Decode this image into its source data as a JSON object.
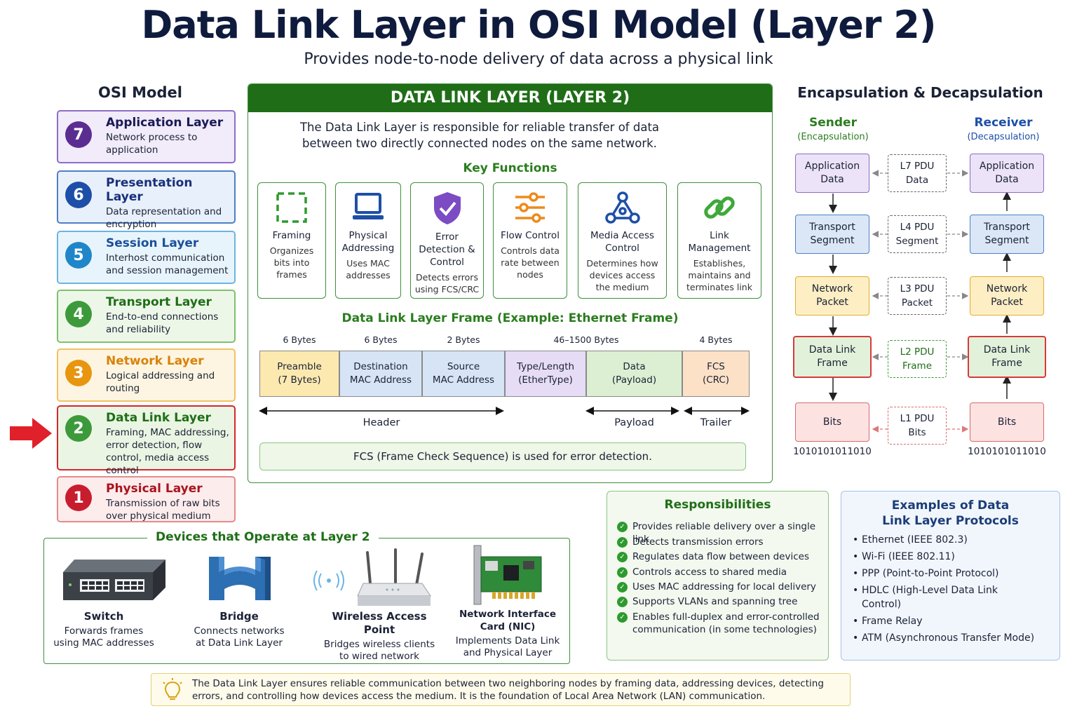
{
  "title": "Data Link Layer in OSI Model (Layer 2)",
  "subtitle": "Provides node-to-node delivery of data across a physical link",
  "osi": {
    "heading": "OSI Model",
    "layers": [
      {
        "num": "7",
        "name": "Application Layer",
        "desc": "Network process to application",
        "color": "#5b2d91"
      },
      {
        "num": "6",
        "name": "Presentation Layer",
        "desc": "Data representation and encryption",
        "color": "#1d4fa8"
      },
      {
        "num": "5",
        "name": "Session Layer",
        "desc": "Interhost communication and session management",
        "color": "#1f86c9"
      },
      {
        "num": "4",
        "name": "Transport Layer",
        "desc": "End-to-end connections and reliability",
        "color": "#3d9a3b"
      },
      {
        "num": "3",
        "name": "Network Layer",
        "desc": "Logical addressing and routing",
        "color": "#e8950f"
      },
      {
        "num": "2",
        "name": "Data Link Layer",
        "desc": "Framing, MAC addressing, error detection, flow control, media access control",
        "color": "#3d9a3b"
      },
      {
        "num": "1",
        "name": "Physical Layer",
        "desc": "Transmission of raw bits over physical medium",
        "color": "#c81d2e"
      }
    ]
  },
  "dll": {
    "heading": "DATA LINK LAYER (LAYER 2)",
    "intro": "The Data Link Layer is responsible for reliable transfer of data between two directly connected nodes on the same network.",
    "key_functions_title": "Key Functions",
    "functions": [
      {
        "title": "Framing",
        "desc": "Organizes bits into frames",
        "icon": "dashed-square-icon"
      },
      {
        "title": "Physical Addressing",
        "desc": "Uses MAC addresses",
        "icon": "laptop-icon"
      },
      {
        "title": "Error Detection & Control",
        "desc": "Detects errors using FCS/CRC",
        "icon": "shield-check-icon"
      },
      {
        "title": "Flow Control",
        "desc": "Controls data rate between nodes",
        "icon": "sliders-icon"
      },
      {
        "title": "Media Access Control",
        "desc": "Determines how devices access the medium",
        "icon": "network-nodes-icon"
      },
      {
        "title": "Link Management",
        "desc": "Establishes, maintains and terminates link",
        "icon": "chain-link-icon"
      }
    ],
    "frame_title": "Data Link Layer Frame (Example: Ethernet Frame)",
    "frame_fields": [
      {
        "bytes": "6 Bytes",
        "line1": "Preamble",
        "line2": "(7 Bytes)",
        "color": "#fbe9b0"
      },
      {
        "bytes": "6 Bytes",
        "line1": "Destination",
        "line2": "MAC Address",
        "color": "#d6e4f6"
      },
      {
        "bytes": "2 Bytes",
        "line1": "Source",
        "line2": "MAC Address",
        "color": "#d6e4f6"
      },
      {
        "bytes": "46–1500 Bytes",
        "line1": "Type/Length",
        "line2": "(EtherType)",
        "color": "#e6dcf5"
      },
      {
        "bytes": "",
        "line1": "Data",
        "line2": "(Payload)",
        "color": "#dcefd2"
      },
      {
        "bytes": "4 Bytes",
        "line1": "FCS",
        "line2": "(CRC)",
        "color": "#fce1c6"
      }
    ],
    "segments": {
      "header": "Header",
      "payload": "Payload",
      "trailer": "Trailer"
    },
    "fcs_note": "FCS (Frame Check Sequence) is used for error detection."
  },
  "encapsulation": {
    "heading": "Encapsulation & Decapsulation",
    "sender": "Sender",
    "sender_sub": "(Encapsulation)",
    "receiver": "Receiver",
    "receiver_sub": "(Decapsulation)",
    "rows": [
      {
        "l1": "Application",
        "l2": "Data",
        "pdu1": "L7 PDU",
        "pdu2": "Data",
        "bg": "#ece3f8",
        "border": "#8a6cc0"
      },
      {
        "l1": "Transport",
        "l2": "Segment",
        "pdu1": "L4 PDU",
        "pdu2": "Segment",
        "bg": "#dbe7f7",
        "border": "#4f7fc5"
      },
      {
        "l1": "Network",
        "l2": "Packet",
        "pdu1": "L3 PDU",
        "pdu2": "Packet",
        "bg": "#fdeec3",
        "border": "#e2ad2e"
      },
      {
        "l1": "Data Link",
        "l2": "Frame",
        "pdu1": "L2 PDU",
        "pdu2": "Frame",
        "bg": "#e2f1da",
        "border": "#d63a3a"
      },
      {
        "l1": "Bits",
        "l2": "",
        "pdu1": "L1 PDU",
        "pdu2": "Bits",
        "bg": "#fde2e2",
        "border": "#d96a6a"
      }
    ],
    "bits_value": "1010101011010"
  },
  "responsibilities": {
    "title": "Responsibilities",
    "items": [
      "Provides reliable delivery over a single link",
      "Detects transmission errors",
      "Regulates data flow between devices",
      "Controls access to shared media",
      "Uses MAC addressing for local delivery",
      "Supports VLANs and spanning tree",
      "Enables full-duplex and error-controlled communication (in some technologies)"
    ]
  },
  "protocols": {
    "title": "Examples of Data Link Layer Protocols",
    "items": [
      "Ethernet (IEEE 802.3)",
      "Wi-Fi (IEEE 802.11)",
      "PPP (Point-to-Point Protocol)",
      "HDLC (High-Level Data Link Control)",
      "Frame Relay",
      "ATM (Asynchronous Transfer Mode)"
    ]
  },
  "devices": {
    "title": "Devices that Operate at Layer 2",
    "items": [
      {
        "name": "Switch",
        "desc": "Forwards frames using MAC addresses",
        "icon": "switch-icon"
      },
      {
        "name": "Bridge",
        "desc": "Connects networks at Data Link Layer",
        "icon": "bridge-icon"
      },
      {
        "name": "Wireless Access Point",
        "desc": "Bridges wireless clients to wired network",
        "icon": "wireless-router-icon"
      },
      {
        "name": "Network Interface Card (NIC)",
        "desc": "Implements Data Link and Physical Layer",
        "icon": "nic-card-icon"
      }
    ]
  },
  "footer": {
    "icon": "lightbulb-icon",
    "text": "The Data Link Layer ensures reliable communication between two neighboring nodes by framing data, addressing devices, detecting errors, and controlling how devices access the medium. It is the foundation of Local Area Network (LAN) communication."
  }
}
